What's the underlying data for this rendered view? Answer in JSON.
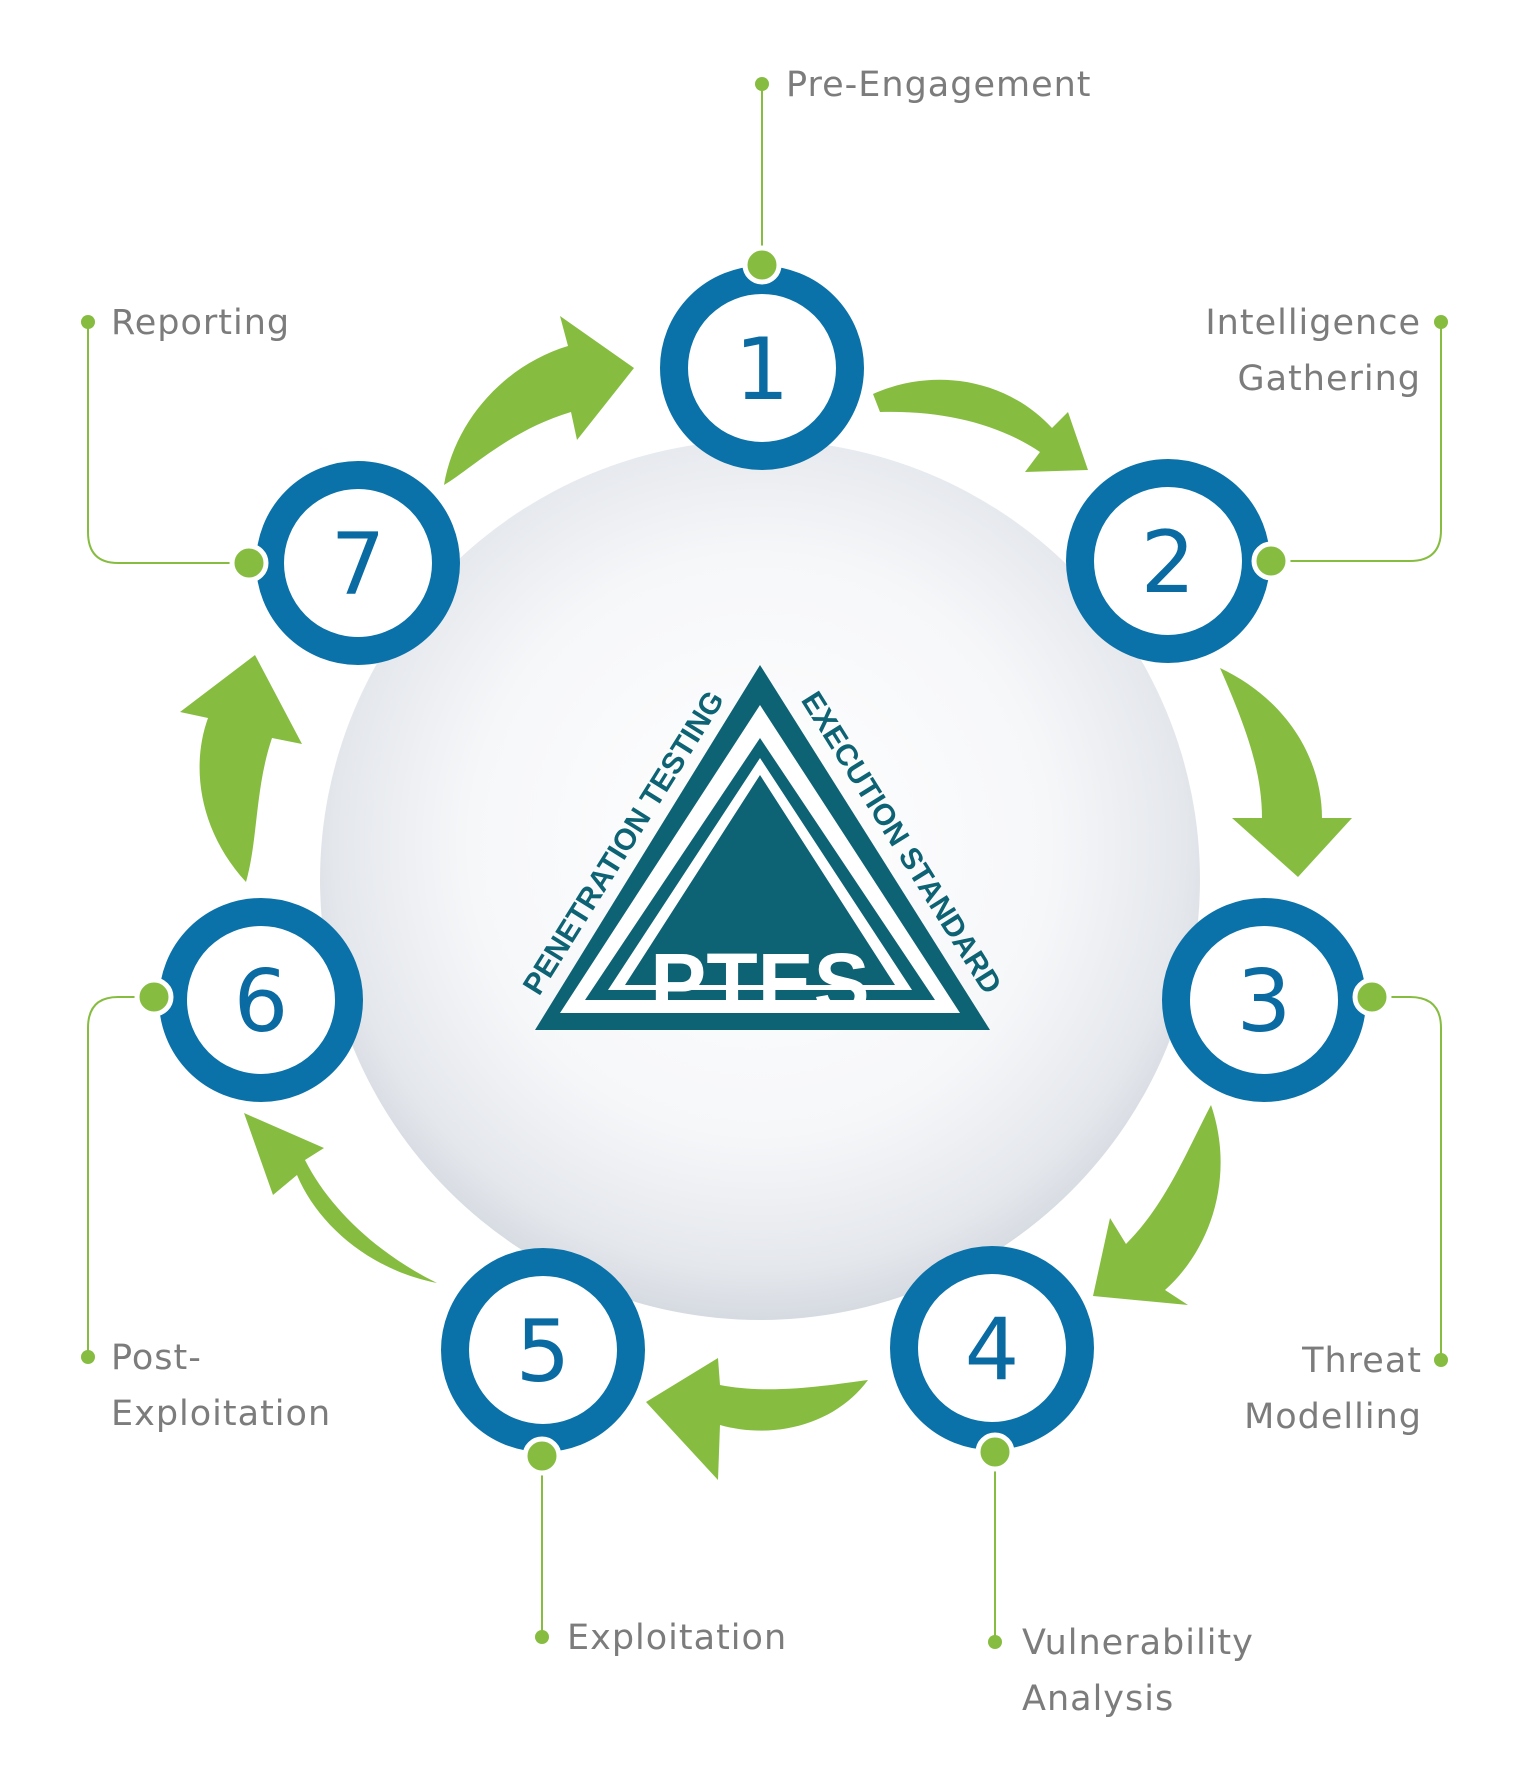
{
  "colors": {
    "ring": "#0a72a8",
    "number": "#0a6ba3",
    "arrow": "#86bd41",
    "connector": "#86bd41",
    "label": "#7c7c7c",
    "logo": "#0d6374",
    "logo_text": "#ffffff"
  },
  "logo": {
    "left_arc_text": "PENETRATION TESTING",
    "right_arc_text": "EXECUTION STANDARD",
    "main_text": "PTES"
  },
  "steps": [
    {
      "number": "1",
      "label_lines": [
        "Pre-Engagement"
      ]
    },
    {
      "number": "2",
      "label_lines": [
        "Intelligence",
        "Gathering"
      ]
    },
    {
      "number": "3",
      "label_lines": [
        "Threat",
        "Modelling"
      ]
    },
    {
      "number": "4",
      "label_lines": [
        "Vulnerability",
        "Analysis"
      ]
    },
    {
      "number": "5",
      "label_lines": [
        "Exploitation"
      ]
    },
    {
      "number": "6",
      "label_lines": [
        "Post-",
        "Exploitation"
      ]
    },
    {
      "number": "7",
      "label_lines": [
        "Reporting"
      ]
    }
  ]
}
